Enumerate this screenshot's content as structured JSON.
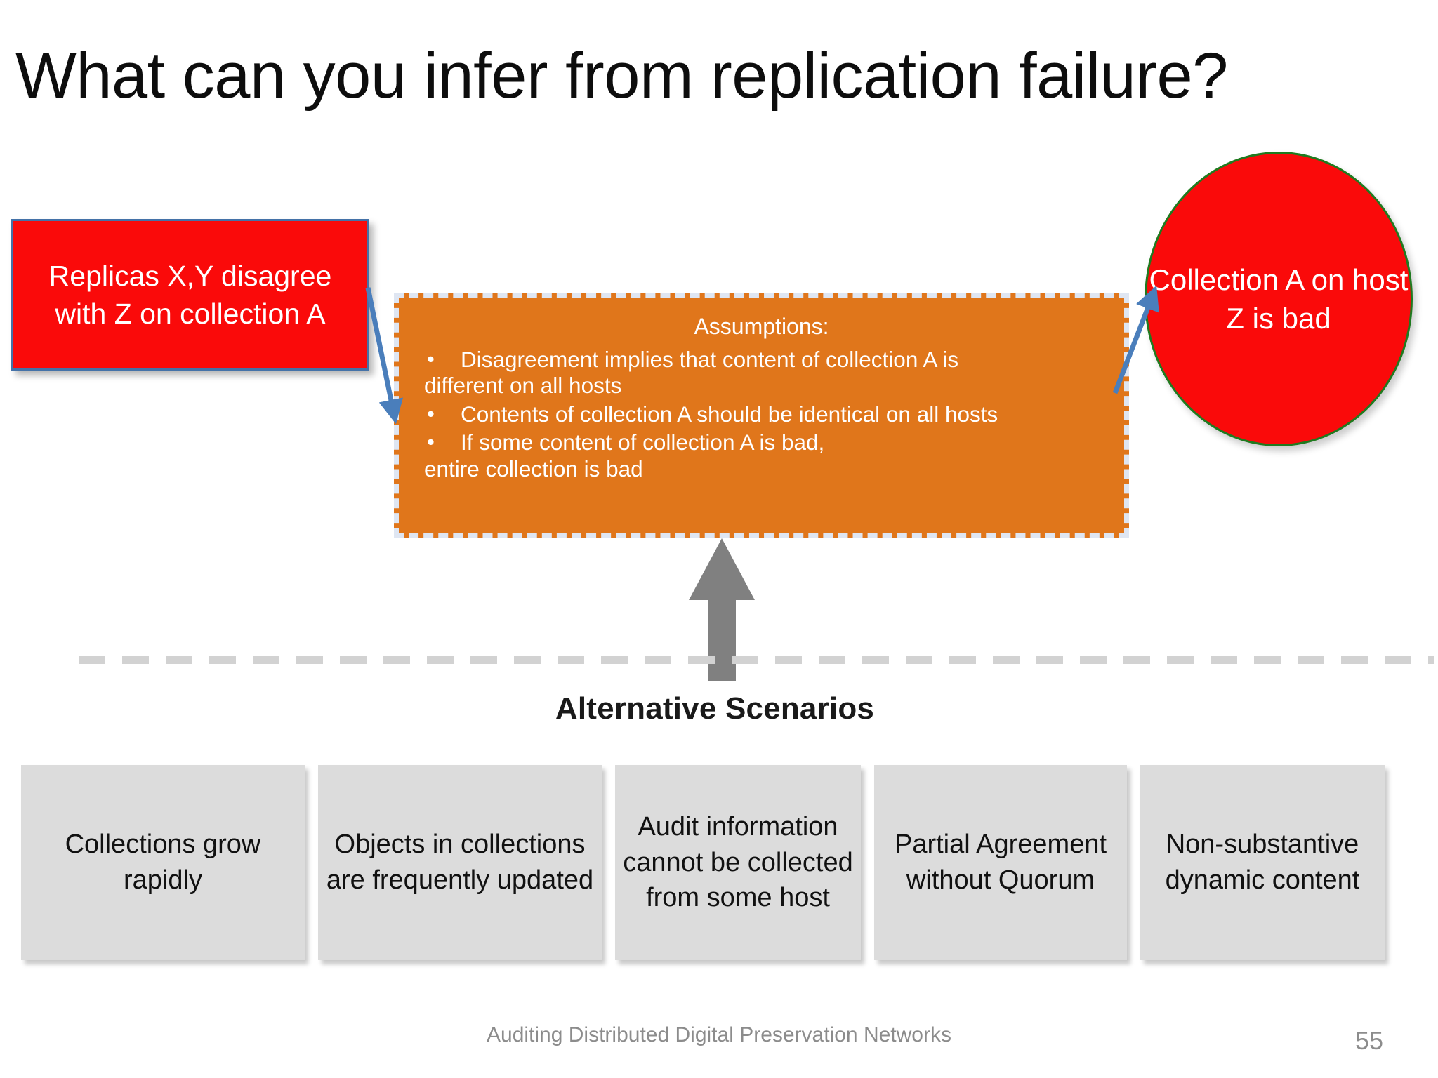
{
  "slide": {
    "title": "What can you infer from replication failure?",
    "page_number": "55",
    "footer": "Auditing Distributed Digital Preservation Networks"
  },
  "premise_box": {
    "text": "Replicas X,Y disagree with Z  on collection A",
    "fill_color": "#FA0A0A",
    "border_color": "#4472A8",
    "text_color": "#FFFFFF"
  },
  "conclusion_circle": {
    "text": "Collection A on host Z is bad",
    "fill_color": "#FA0A0A",
    "border_color": "#1F7A1F",
    "text_color": "#FFFFFF"
  },
  "assumptions_box": {
    "heading": "Assumptions:",
    "fill_color": "#E0761B",
    "border_color": "#DFE6F2",
    "bullet_glyph": "•",
    "items": [
      {
        "line1": "Disagreement implies that content of collection A is",
        "line2": "different on all hosts"
      },
      {
        "line1": "Contents of collection A should be identical on all hosts",
        "line2": ""
      },
      {
        "line1": "If some content of collection A is bad,",
        "line2": " entire collection is bad"
      }
    ]
  },
  "alternatives": {
    "heading": "Alternative Scenarios",
    "divider_color": "#D2D2D2",
    "arrow_color": "#808080",
    "cards": [
      {
        "text": "Collections grow rapidly"
      },
      {
        "text": "Objects in collections are frequently updated"
      },
      {
        "text": "Audit information cannot be collected from some host"
      },
      {
        "text": "Partial Agreement without Quorum"
      },
      {
        "text": "Non-substantive dynamic content"
      }
    ],
    "card_fill": "#DCDCDC"
  },
  "connectors": {
    "arrow_color": "#4A7EBB"
  }
}
